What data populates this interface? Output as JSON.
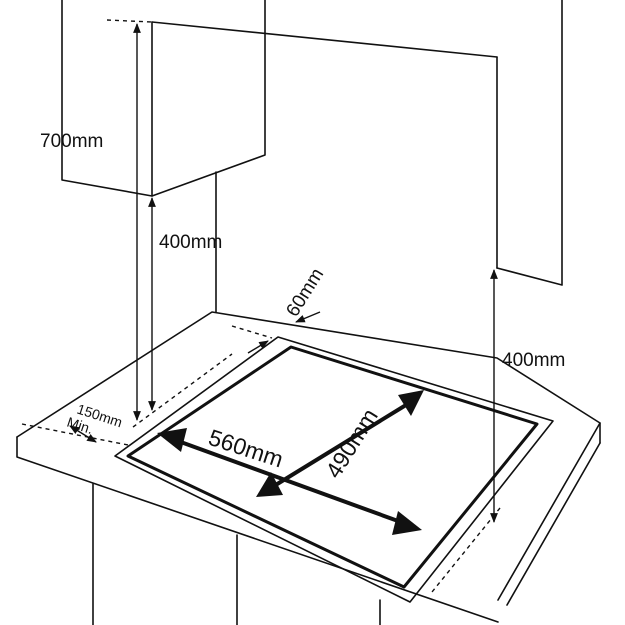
{
  "labels": {
    "cabinet_top_height": "700mm",
    "hood_clearance_left": "400mm",
    "side_gap": "60mm",
    "wall_clearance_right": "400mm",
    "front_margin_line1": "150mm",
    "front_margin_line2": "Min.",
    "hob_width": "560mm",
    "hob_depth": "490mm"
  }
}
